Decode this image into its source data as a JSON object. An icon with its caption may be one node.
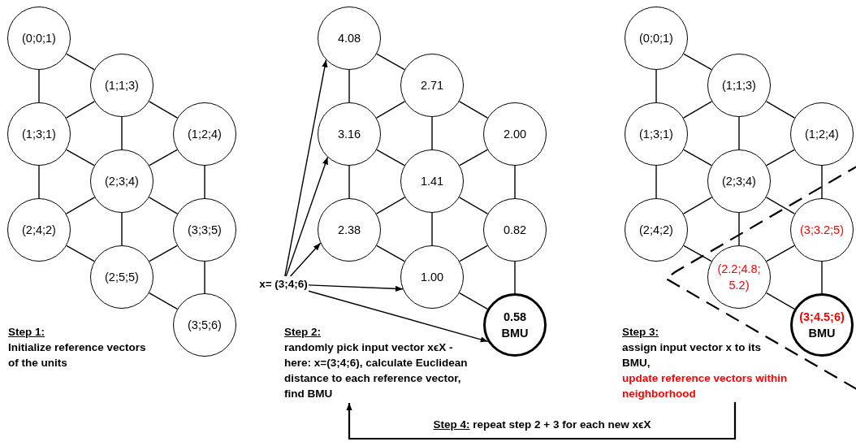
{
  "diagram": {
    "nodes": [
      {
        "text": [
          "(0;0;1)"
        ]
      },
      {
        "text": [
          "(1;1;3)"
        ]
      },
      {
        "text": [
          "(1;3;1)"
        ]
      },
      {
        "text": [
          "(1;2;4)"
        ]
      },
      {
        "text": [
          "(2;3;4)"
        ]
      },
      {
        "text": [
          "(2;4;2)"
        ]
      },
      {
        "text": [
          "(3;3;5)"
        ]
      },
      {
        "text": [
          "(2;5;5)"
        ]
      },
      {
        "text": [
          "(3;5;6)"
        ]
      },
      {
        "text": [
          "4.08"
        ]
      },
      {
        "text": [
          "2.71"
        ]
      },
      {
        "text": [
          "3.16"
        ]
      },
      {
        "text": [
          "2.00"
        ]
      },
      {
        "text": [
          "1.41"
        ]
      },
      {
        "text": [
          "2.38"
        ]
      },
      {
        "text": [
          "0.82"
        ]
      },
      {
        "text": [
          "1.00"
        ]
      },
      {
        "text": [
          "0.58",
          "BMU"
        ]
      },
      {
        "text": [
          "x= (3;4;6)"
        ]
      },
      {
        "text": [
          "(0;0;1)"
        ]
      },
      {
        "text": [
          "(1;1;3)"
        ]
      },
      {
        "text": [
          "(1;3;1)"
        ]
      },
      {
        "text": [
          "(1;2;4)"
        ]
      },
      {
        "text": [
          "(2;3;4)"
        ]
      },
      {
        "text": [
          "(2;4;2)"
        ]
      },
      {
        "text": [
          "(3;3.2;5)"
        ]
      },
      {
        "text": [
          "(2.2;4.8; 5.2)"
        ]
      },
      {
        "text": [
          "(3;4.5;6)",
          "BMU"
        ]
      },
      {
        "text": [
          "Step 2:",
          "randomly pick input vector xϵX - here: x=(3;4;6), calculate Euclidean distance to each reference vector, find BMU"
        ]
      },
      {
        "text": [
          "Step 3:",
          "assign input vector x to its BMU,",
          "update reference vectors within neighborhood"
        ]
      }
    ],
    "edges": [
      {
        "from": 0,
        "to": 1,
        "arrow": "none"
      },
      {
        "from": 0,
        "to": 2,
        "arrow": "none"
      },
      {
        "from": 1,
        "to": 2,
        "arrow": "none"
      },
      {
        "from": 1,
        "to": 3,
        "arrow": "none"
      },
      {
        "from": 1,
        "to": 4,
        "arrow": "none"
      },
      {
        "from": 2,
        "to": 4,
        "arrow": "none"
      },
      {
        "from": 2,
        "to": 5,
        "arrow": "none"
      },
      {
        "from": 3,
        "to": 4,
        "arrow": "none"
      },
      {
        "from": 3,
        "to": 6,
        "arrow": "none"
      },
      {
        "from": 4,
        "to": 5,
        "arrow": "none"
      },
      {
        "from": 4,
        "to": 6,
        "arrow": "none"
      },
      {
        "from": 4,
        "to": 7,
        "arrow": "none"
      },
      {
        "from": 5,
        "to": 7,
        "arrow": "none"
      },
      {
        "from": 6,
        "to": 7,
        "arrow": "none"
      },
      {
        "from": 6,
        "to": 8,
        "arrow": "none"
      },
      {
        "from": 7,
        "to": 8,
        "arrow": "none"
      },
      {
        "from": 9,
        "to": 10,
        "arrow": "none"
      },
      {
        "from": 9,
        "to": 11,
        "arrow": "none"
      },
      {
        "from": 10,
        "to": 11,
        "arrow": "none"
      },
      {
        "from": 10,
        "to": 12,
        "arrow": "none"
      },
      {
        "from": 10,
        "to": 13,
        "arrow": "none"
      },
      {
        "from": 11,
        "to": 13,
        "arrow": "none"
      },
      {
        "from": 11,
        "to": 14,
        "arrow": "none"
      },
      {
        "from": 12,
        "to": 13,
        "arrow": "none"
      },
      {
        "from": 12,
        "to": 15,
        "arrow": "none"
      },
      {
        "from": 13,
        "to": 14,
        "arrow": "none"
      },
      {
        "from": 13,
        "to": 15,
        "arrow": "none"
      },
      {
        "from": 13,
        "to": 16,
        "arrow": "none"
      },
      {
        "from": 14,
        "to": 16,
        "arrow": "none"
      },
      {
        "from": 15,
        "to": 16,
        "arrow": "none"
      },
      {
        "from": 15,
        "to": 17,
        "arrow": "none"
      },
      {
        "from": 16,
        "to": 17,
        "arrow": "none"
      },
      {
        "from": 18,
        "to": 9,
        "arrow": "to"
      },
      {
        "from": 18,
        "to": 11,
        "arrow": "to"
      },
      {
        "from": 18,
        "to": 14,
        "arrow": "to"
      },
      {
        "from": 18,
        "to": 16,
        "arrow": "to"
      },
      {
        "from": 18,
        "to": 17,
        "arrow": "to"
      },
      {
        "from": 19,
        "to": 20,
        "arrow": "none"
      },
      {
        "from": 19,
        "to": 21,
        "arrow": "none"
      },
      {
        "from": 20,
        "to": 21,
        "arrow": "none"
      },
      {
        "from": 20,
        "to": 22,
        "arrow": "none"
      },
      {
        "from": 20,
        "to": 23,
        "arrow": "none"
      },
      {
        "from": 21,
        "to": 23,
        "arrow": "none"
      },
      {
        "from": 21,
        "to": 24,
        "arrow": "none"
      },
      {
        "from": 22,
        "to": 23,
        "arrow": "none"
      },
      {
        "from": 22,
        "to": 25,
        "arrow": "none"
      },
      {
        "from": 23,
        "to": 24,
        "arrow": "none"
      },
      {
        "from": 23,
        "to": 25,
        "arrow": "none"
      },
      {
        "from": 23,
        "to": 26,
        "arrow": "none"
      },
      {
        "from": 24,
        "to": 26,
        "arrow": "none"
      },
      {
        "from": 25,
        "to": 26,
        "arrow": "none"
      },
      {
        "from": 25,
        "to": 27,
        "arrow": "none"
      },
      {
        "from": 26,
        "to": 27,
        "arrow": "none"
      },
      {
        "from": 29,
        "to": 28,
        "arrow": "to",
        "label": "Step 4: repeat step 2 + 3 for each new xϵX"
      }
    ],
    "labels": [
      "Step 1:",
      "Initialize reference vectors of the units"
    ]
  }
}
